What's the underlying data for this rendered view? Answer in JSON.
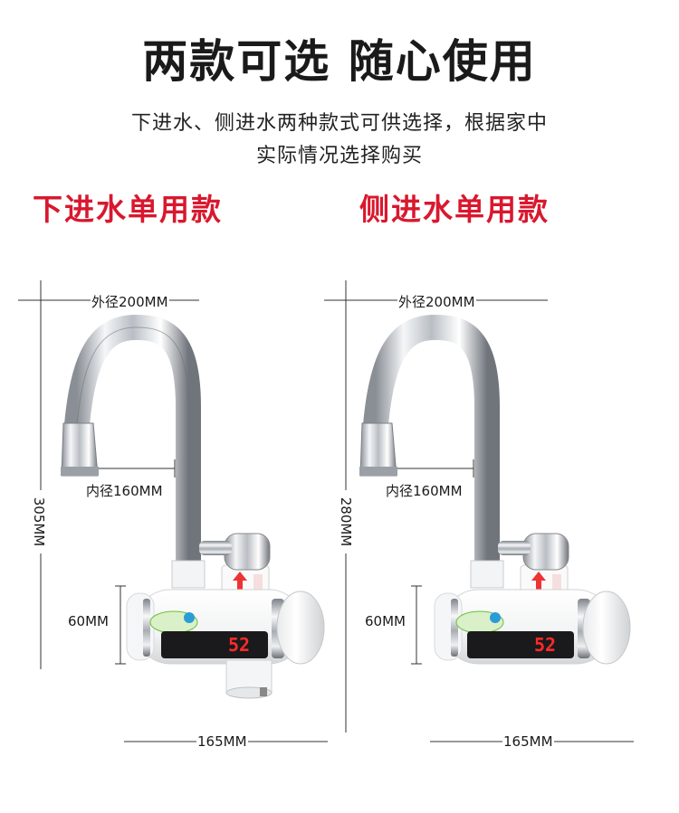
{
  "header": {
    "title": "两款可选 随心使用",
    "subtitle_line1": "下进水、侧进水两种款式可供选择，根据家中",
    "subtitle_line2": "实际情况选择购买"
  },
  "variants": [
    {
      "name": "下进水单用款",
      "outer_diameter": "外径200MM",
      "inner_diameter": "内径160MM",
      "height": "305MM",
      "body_height": "60MM",
      "width": "165MM",
      "display": "52"
    },
    {
      "name": "侧进水单用款",
      "outer_diameter": "外径200MM",
      "inner_diameter": "内径160MM",
      "height": "280MM",
      "body_height": "60MM",
      "width": "165MM",
      "display": "52"
    }
  ],
  "colors": {
    "accent": "#d8182e",
    "display": "#ff2a2a"
  }
}
